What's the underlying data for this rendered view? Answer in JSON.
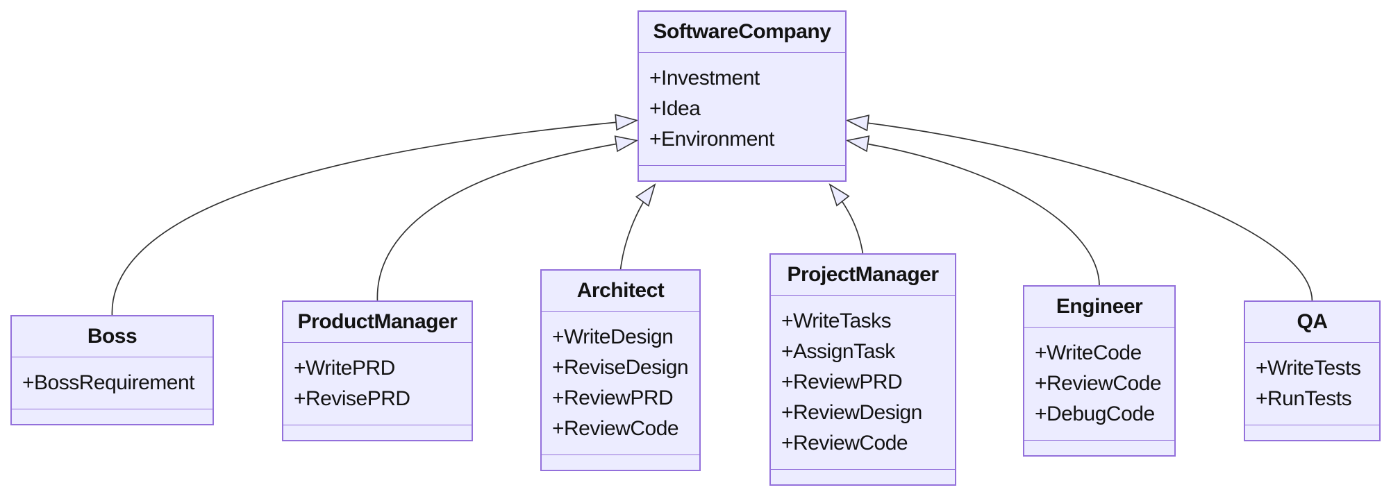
{
  "diagram": {
    "type": "uml-class-diagram",
    "colors": {
      "node_fill": "#ECECFF",
      "node_border": "#9370DB",
      "edge_color": "#333333",
      "text_color": "#131313",
      "background": "#FFFFFF"
    },
    "classes": [
      {
        "name": "SoftwareCompany",
        "attributes": [
          "+Investment",
          "+Idea",
          "+Environment"
        ],
        "methods": []
      },
      {
        "name": "Boss",
        "attributes": [
          "+BossRequirement"
        ],
        "methods": []
      },
      {
        "name": "ProductManager",
        "attributes": [
          "+WritePRD",
          "+RevisePRD"
        ],
        "methods": []
      },
      {
        "name": "Architect",
        "attributes": [
          "+WriteDesign",
          "+ReviseDesign",
          "+ReviewPRD",
          "+ReviewCode"
        ],
        "methods": []
      },
      {
        "name": "ProjectManager",
        "attributes": [
          "+WriteTasks",
          "+AssignTask",
          "+ReviewPRD",
          "+ReviewDesign",
          "+ReviewCode"
        ],
        "methods": []
      },
      {
        "name": "Engineer",
        "attributes": [
          "+WriteCode",
          "+ReviewCode",
          "+DebugCode"
        ],
        "methods": []
      },
      {
        "name": "QA",
        "attributes": [
          "+WriteTests",
          "+RunTests"
        ],
        "methods": []
      }
    ],
    "relations": [
      {
        "from": "Boss",
        "to": "SoftwareCompany",
        "type": "inheritance"
      },
      {
        "from": "ProductManager",
        "to": "SoftwareCompany",
        "type": "inheritance"
      },
      {
        "from": "Architect",
        "to": "SoftwareCompany",
        "type": "inheritance"
      },
      {
        "from": "ProjectManager",
        "to": "SoftwareCompany",
        "type": "inheritance"
      },
      {
        "from": "Engineer",
        "to": "SoftwareCompany",
        "type": "inheritance"
      },
      {
        "from": "QA",
        "to": "SoftwareCompany",
        "type": "inheritance"
      }
    ]
  }
}
